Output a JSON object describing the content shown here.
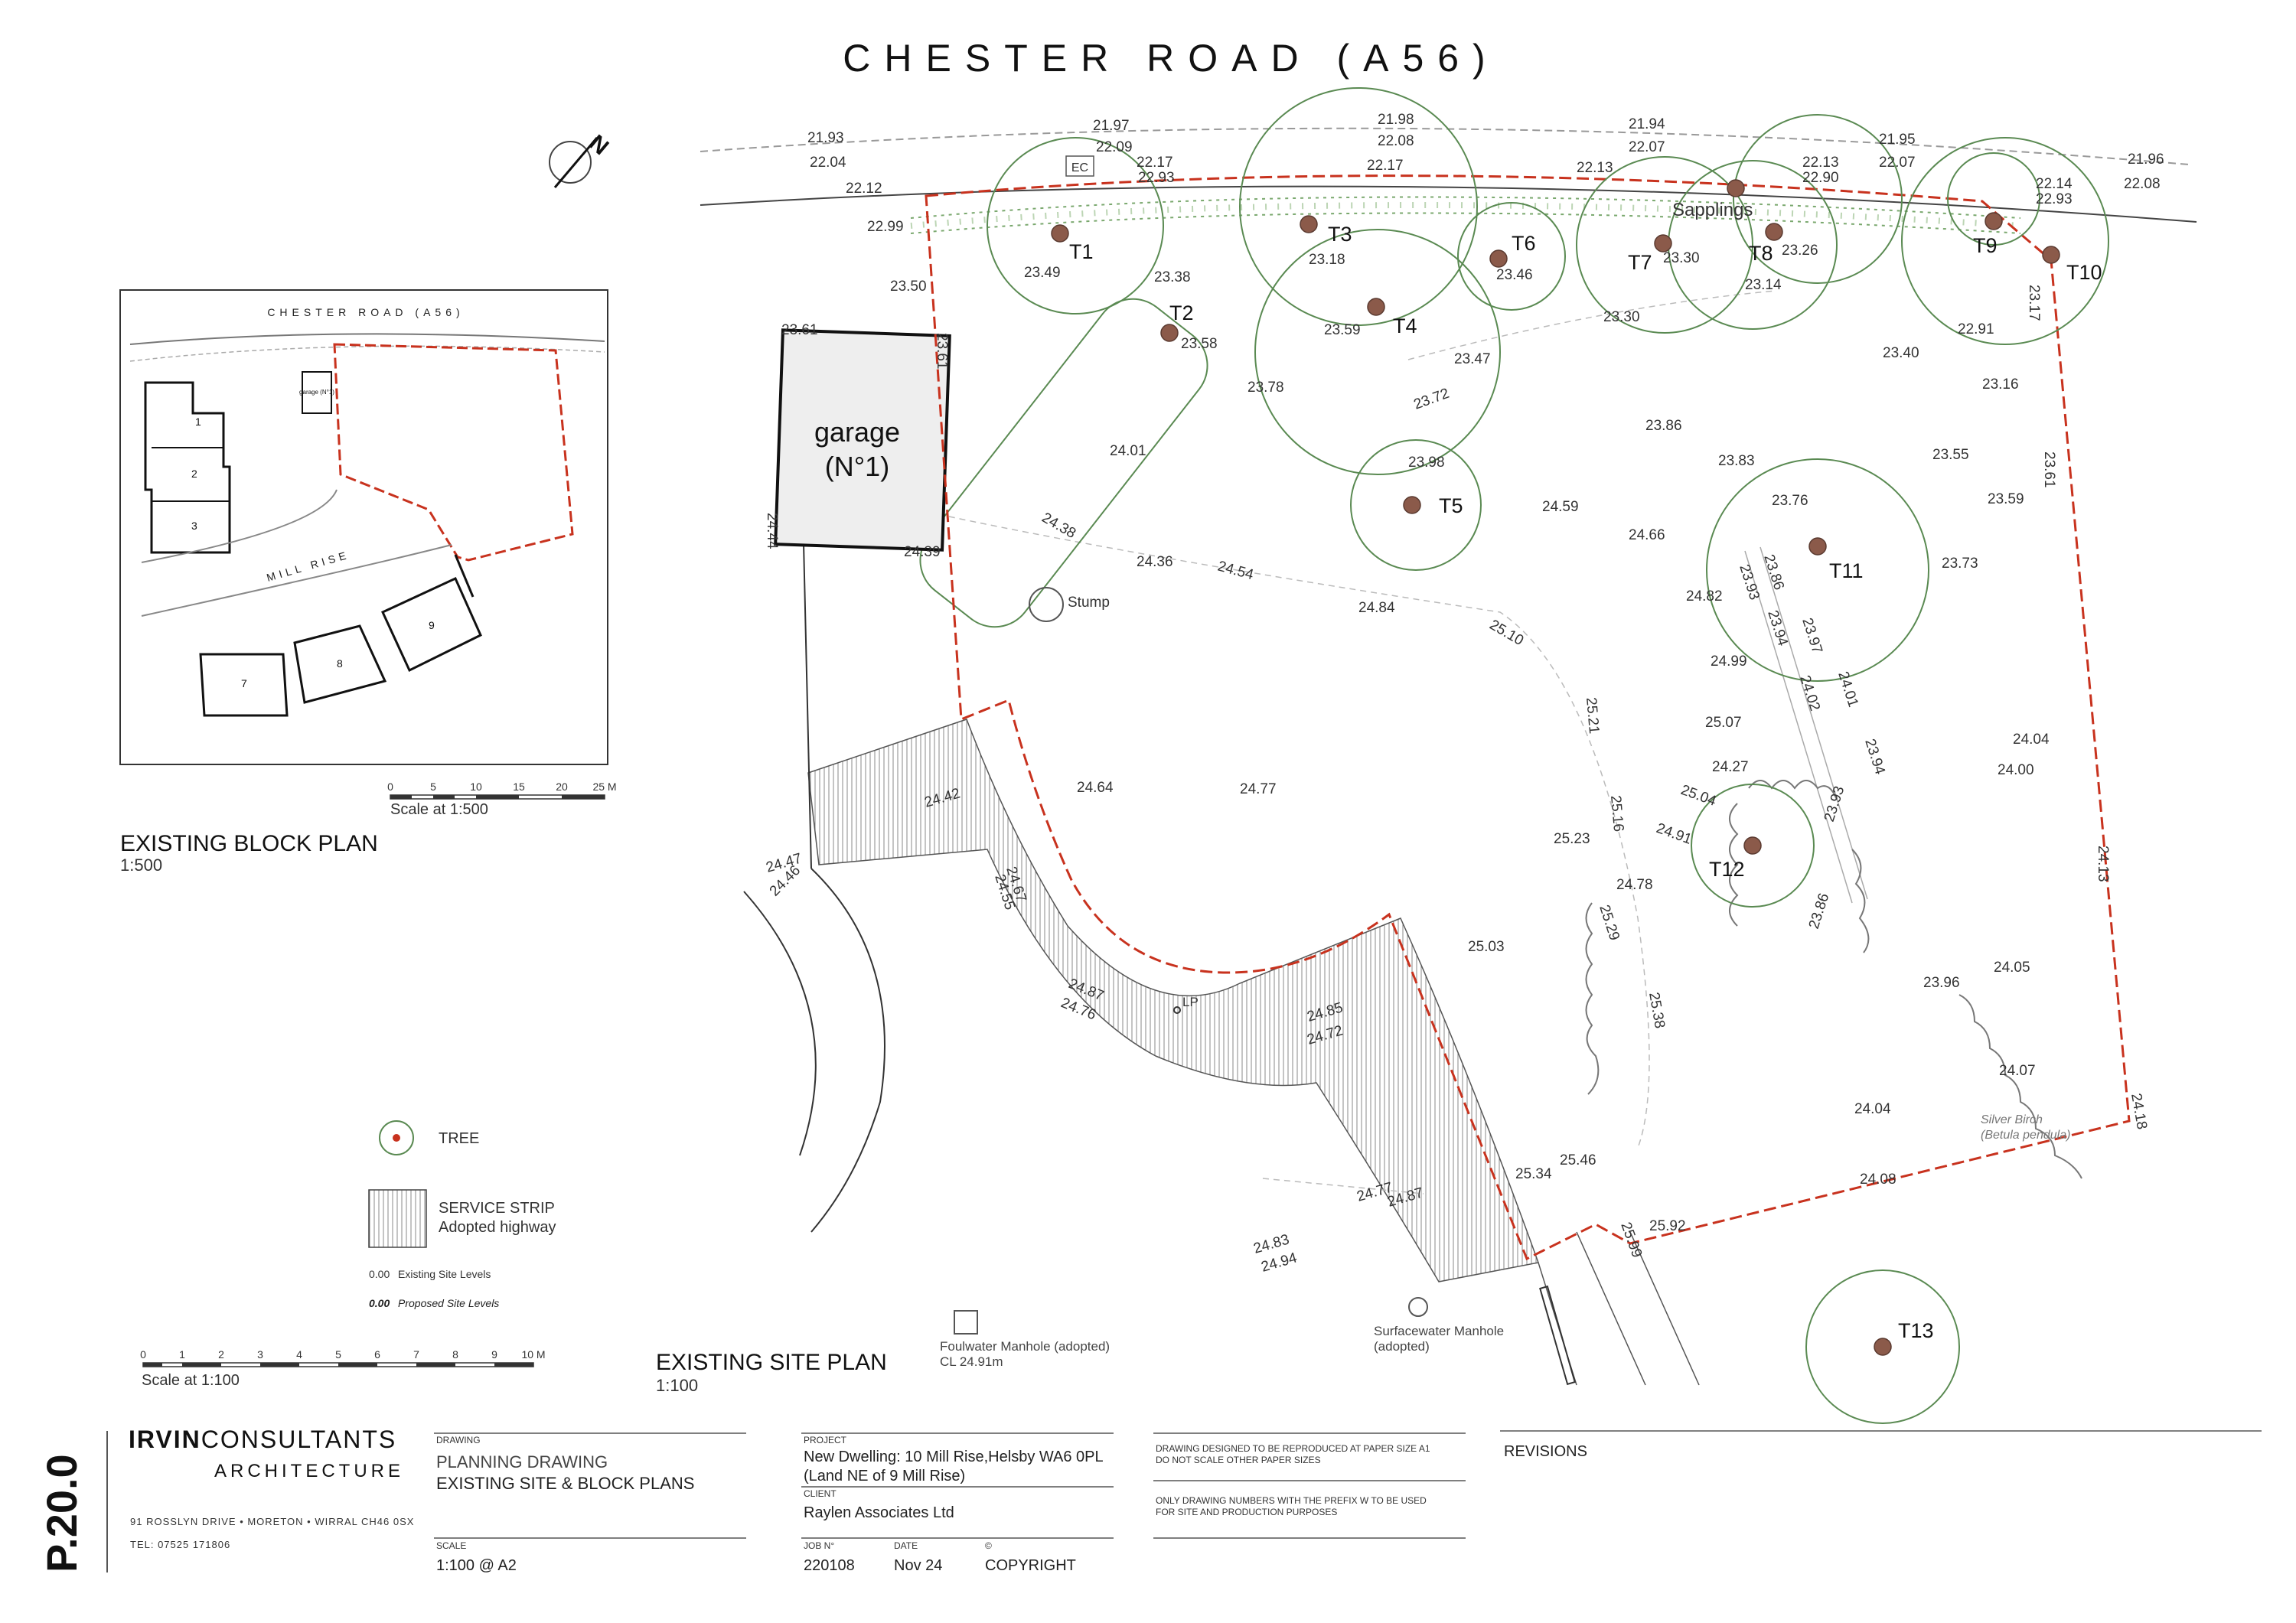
{
  "sheet": {
    "road_title": "CHESTER ROAD (A56)",
    "sheet_number": "P.20.0"
  },
  "block_plan": {
    "road_label": "CHESTER ROAD (A56)",
    "street_label": "MILL RISE",
    "garage_label": "garage (N°1)",
    "houses": [
      "1",
      "2",
      "3",
      "7",
      "8",
      "9"
    ],
    "scale_ticks": [
      "0",
      "5",
      "10",
      "15",
      "20",
      "25 M"
    ],
    "scale_caption": "Scale at 1:500",
    "title": "EXISTING BLOCK PLAN",
    "scale": "1:500"
  },
  "site_plan": {
    "title": "EXISTING SITE PLAN",
    "scale": "1:100",
    "garage_line1": "garage",
    "garage_line2": "(N°1)",
    "labels": {
      "ec": "EC",
      "sapplings": "Sapplings",
      "stump": "Stump",
      "lp": "LP",
      "silver_birch": "Silver Birch",
      "betula": "(Betula pendula)",
      "foul_manhole": "Foulwater Manhole (adopted)",
      "foul_cl": "CL 24.91m",
      "surface_manhole": "Surfacewater Manhole",
      "surface_adopted": "(adopted)"
    },
    "trees": [
      "T1",
      "T2",
      "T3",
      "T4",
      "T5",
      "T6",
      "T7",
      "T8",
      "T9",
      "T10",
      "T11",
      "T12",
      "T13"
    ],
    "levels": [
      "21.93",
      "22.04",
      "22.12",
      "22.99",
      "23.50",
      "23.61",
      "23.61",
      "24.44",
      "24.39",
      "21.97",
      "22.09",
      "22.17",
      "22.93",
      "23.49",
      "23.38",
      "23.58",
      "21.98",
      "22.08",
      "22.17",
      "23.18",
      "23.59",
      "23.78",
      "24.01",
      "24.38",
      "24.36",
      "24.54",
      "24.84",
      "23.98",
      "23.46",
      "23.47",
      "23.72",
      "21.94",
      "22.07",
      "22.13",
      "23.30",
      "23.30",
      "22.13",
      "22.90",
      "23.26",
      "23.14",
      "21.95",
      "22.07",
      "21.96",
      "22.08",
      "22.14",
      "22.93",
      "22.91",
      "23.17",
      "23.40",
      "23.16",
      "23.86",
      "24.59",
      "23.83",
      "23.76",
      "24.66",
      "23.55",
      "23.59",
      "23.61",
      "23.73",
      "24.82",
      "23.86",
      "23.93",
      "23.94",
      "23.97",
      "24.99",
      "24.02",
      "24.01",
      "25.07",
      "25.21",
      "25.10",
      "24.04",
      "24.00",
      "23.94",
      "24.27",
      "25.04",
      "23.93",
      "25.16",
      "25.23",
      "24.91",
      "24.78",
      "25.29",
      "23.86",
      "24.13",
      "25.03",
      "23.96",
      "24.05",
      "25.38",
      "24.07",
      "24.04",
      "24.18",
      "24.08",
      "25.46",
      "25.34",
      "25.99",
      "25.92",
      "24.77",
      "24.87",
      "24.83",
      "24.94",
      "24.85",
      "24.72",
      "24.87",
      "24.76",
      "24.67",
      "24.55",
      "24.42",
      "24.47",
      "24.46",
      "24.64",
      "24.77"
    ]
  },
  "legend": {
    "tree": "TREE",
    "service_strip_1": "SERVICE STRIP",
    "service_strip_2": "Adopted highway",
    "existing_levels_value": "0.00",
    "existing_levels_text": "Existing Site Levels",
    "proposed_levels_value": "0.00",
    "proposed_levels_text": "Proposed Site Levels",
    "scale_ticks": [
      "0",
      "1",
      "2",
      "3",
      "4",
      "5",
      "6",
      "7",
      "8",
      "9",
      "10 M"
    ],
    "scale_caption": "Scale at 1:100"
  },
  "title_block": {
    "firm_bold": "IRVIN",
    "firm_rest": "CONSULTANTS",
    "firm_sub": "ARCHITECTURE",
    "address": "91 ROSSLYN DRIVE • MORETON • WIRRAL CH46 0SX",
    "tel": "TEL: 07525 171806",
    "drawing_hdr": "DRAWING",
    "drawing_line1": "PLANNING DRAWING",
    "drawing_line2": "EXISTING SITE  & BLOCK PLANS",
    "scale_hdr": "SCALE",
    "scale_value": "1:100 @ A2",
    "project_hdr": "PROJECT",
    "project_line1": "New Dwelling: 10 Mill Rise,Helsby WA6 0PL",
    "project_line2": "(Land NE of 9 Mill Rise)",
    "client_hdr": "CLIENT",
    "client_value": "Raylen Associates Ltd",
    "job_hdr": "JOB N°",
    "job_value": "220108",
    "date_hdr": "DATE",
    "date_value": "Nov 24",
    "copy_hdr": "©",
    "copy_value": "COPYRIGHT",
    "note1_line1": "DRAWING DESIGNED TO BE REPRODUCED AT PAPER SIZE A1",
    "note1_line2": "DO NOT SCALE OTHER PAPER SIZES",
    "note2_line1": "ONLY DRAWING NUMBERS  WITH THE PREFIX  W  TO BE USED",
    "note2_line2": "FOR SITE AND PRODUCTION  PURPOSES",
    "revisions": "REVISIONS"
  },
  "colors": {
    "boundary": "#c8321e",
    "canopy": "#5a8a52",
    "trunk": "#8b5a4a",
    "line": "#222222"
  }
}
